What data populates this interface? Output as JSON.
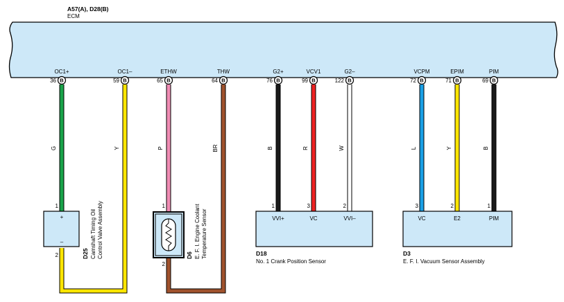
{
  "header": {
    "connector": "A57(A), D28(B)",
    "component": "ECM"
  },
  "ecm_pins": [
    {
      "name": "OC1+",
      "num": "36",
      "conn": "B"
    },
    {
      "name": "OC1–",
      "num": "59",
      "conn": "B"
    },
    {
      "name": "ETHW",
      "num": "65",
      "conn": "B"
    },
    {
      "name": "THW",
      "num": "64",
      "conn": "B"
    },
    {
      "name": "G2+",
      "num": "76",
      "conn": "B"
    },
    {
      "name": "VCV1",
      "num": "99",
      "conn": "B"
    },
    {
      "name": "G2–",
      "num": "122",
      "conn": "B"
    },
    {
      "name": "VCPM",
      "num": "72",
      "conn": "B"
    },
    {
      "name": "EPIM",
      "num": "71",
      "conn": "B"
    },
    {
      "name": "PIM",
      "num": "69",
      "conn": "B"
    }
  ],
  "wires": [
    {
      "color_code": "G",
      "hex": "#1aa34a"
    },
    {
      "color_code": "Y",
      "hex": "#ffe600"
    },
    {
      "color_code": "P",
      "hex": "#f08cb4"
    },
    {
      "color_code": "BR",
      "hex": "#a0522d"
    },
    {
      "color_code": "B",
      "hex": "#1a1a1a"
    },
    {
      "color_code": "R",
      "hex": "#ee2222"
    },
    {
      "color_code": "W",
      "hex": "#ffffff"
    },
    {
      "color_code": "L",
      "hex": "#1aa0e6"
    },
    {
      "color_code": "Y",
      "hex": "#ffe600"
    },
    {
      "color_code": "B",
      "hex": "#1a1a1a"
    }
  ],
  "components": {
    "d25": {
      "id": "D25",
      "name_line1": "Camshaft Timing Oil",
      "name_line2": "Control Valve Assembly",
      "pin_top": "1",
      "pin_bottom": "2",
      "plus": "+",
      "minus": "–"
    },
    "d6": {
      "id": "D6",
      "name_line1": "E. F. I.  Engine Coolant",
      "name_line2": "Temperature Sensor",
      "pin_top": "1",
      "pin_bottom": "2"
    },
    "d18": {
      "id": "D18",
      "name": "No.  1 Crank Position Sensor",
      "pins": [
        {
          "num": "1",
          "label": "VVI+"
        },
        {
          "num": "3",
          "label": "VC"
        },
        {
          "num": "2",
          "label": "VVI–"
        }
      ]
    },
    "d3": {
      "id": "D3",
      "name": "E. F. I.  Vacuum Sensor Assembly",
      "pins": [
        {
          "num": "3",
          "label": "VC"
        },
        {
          "num": "2",
          "label": "E2"
        },
        {
          "num": "1",
          "label": "PIM"
        }
      ]
    }
  },
  "colors": {
    "ecm_fill": "#cde8f8",
    "component_fill": "#cde8f8",
    "outline": "#000000"
  }
}
